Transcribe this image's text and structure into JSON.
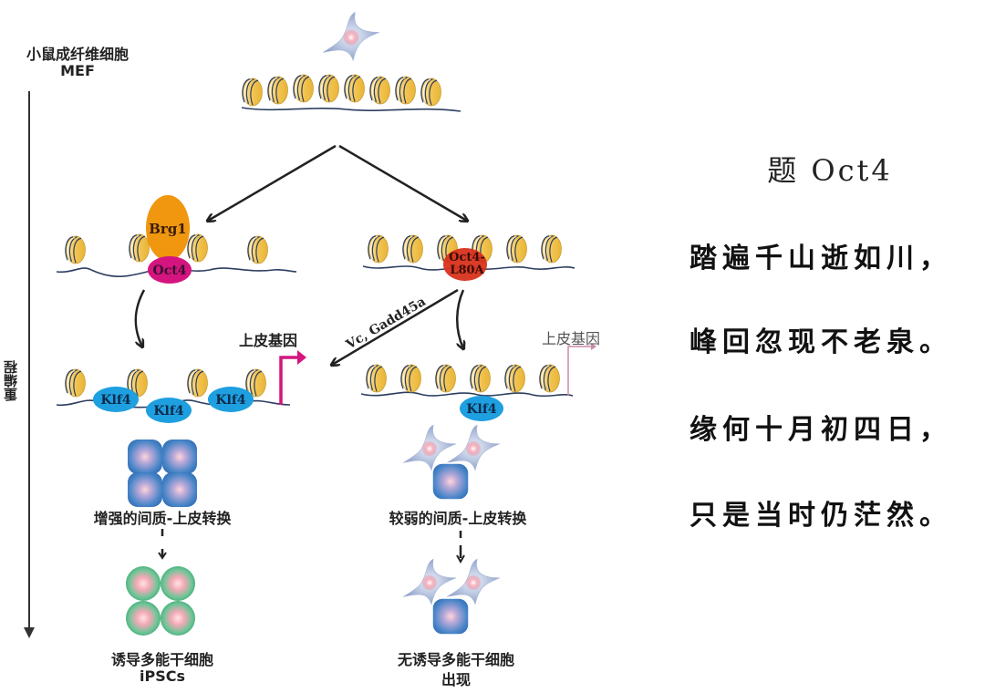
{
  "axis": {
    "start_label": "小鼠成纤维细胞",
    "start_sublabel": "MEF",
    "process_label": "重编程"
  },
  "colors": {
    "brg1": "#f0960f",
    "oct4": "#d4157f",
    "oct4_mutant": "#d8321c",
    "klf4": "#1e9fe0",
    "epithelial_arrow_strong": "#d4157f",
    "epithelial_arrow_weak": "#c98aa8",
    "nucleosome": "#f3c95a",
    "dna": "#2c3e60",
    "ipsc": "#4fb87f"
  },
  "left_branch": {
    "proteins": {
      "brg1": "Brg1",
      "oct4": "Oct4"
    },
    "klf4_labels": [
      "Klf4",
      "Klf4",
      "Klf4"
    ],
    "gene_label": "上皮基因",
    "transition_label": "增强的间质-上皮转换",
    "outcome_label": "诱导多能干细胞",
    "outcome_sublabel": "iPSCs"
  },
  "right_branch": {
    "protein": {
      "line1": "Oct4-",
      "line2": "L80A"
    },
    "rescue_label": "Vc, Gadd45a",
    "klf4_label": "Klf4",
    "gene_label": "上皮基因",
    "transition_label": "较弱的间质-上皮转换",
    "outcome_label": "无诱导多能干细胞",
    "outcome_sublabel": "出现"
  },
  "poem": {
    "title": "题 Oct4",
    "lines": [
      "踏遍千山逝如川，",
      "峰回忽现不老泉。",
      "缘何十月初四日，",
      "只是当时仍茫然。"
    ]
  }
}
